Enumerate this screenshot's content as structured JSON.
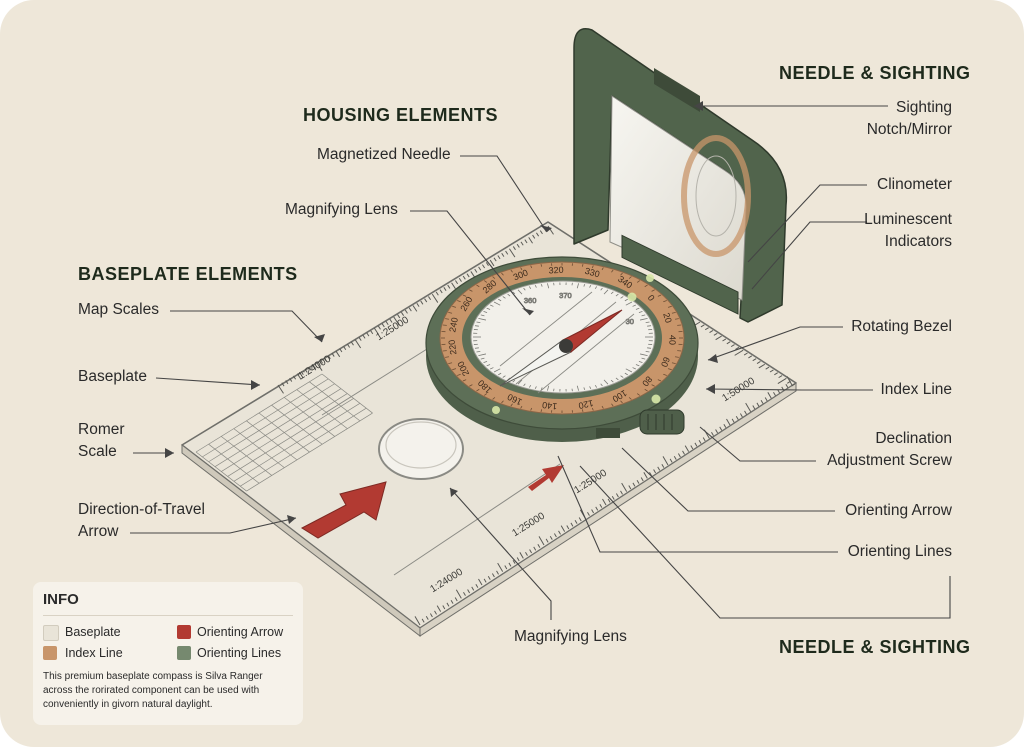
{
  "headings": {
    "needle_top": "NEEDLE & SIGHTING",
    "housing": "HOUSING ELEMENTS",
    "baseplate": "BASEPLATE ELEMENTS",
    "needle_bottom": "NEEDLE & SIGHTING"
  },
  "labels": {
    "magnetized_needle": "Magnetized Needle",
    "magnifying_lens_top": "Magnifying Lens",
    "map_scales": "Map Scales",
    "baseplate": "Baseplate",
    "romer_scale": "Romer\nScale",
    "direction_of_travel": "Direction-of-Travel\nArrow",
    "sighting_notch": "Sighting\nNotch/Mirror",
    "clinometer": "Clinometer",
    "luminescent": "Luminescent\nIndicators",
    "rotating_bezel": "Rotating Bezel",
    "index_line": "Index Line",
    "declination": "Declination\nAdjustment Screw",
    "orienting_arrow": "Orienting Arrow",
    "orienting_lines": "Orienting Lines",
    "magnifying_lens_bottom": "Magnifying Lens"
  },
  "bezel_numbers": [
    "300",
    "320",
    "330",
    "340",
    "0",
    "20",
    "40",
    "60",
    "80",
    "100",
    "120",
    "140",
    "160",
    "180",
    "200",
    "220",
    "240",
    "260",
    "280"
  ],
  "inner_numbers": [
    "360",
    "370",
    "30"
  ],
  "scale_labels": [
    "1:24000",
    "1:25000",
    "1:50000",
    "1:25000",
    "1:25000",
    "1:24000"
  ],
  "info": {
    "title": "INFO",
    "legend": [
      {
        "label": "Baseplate",
        "color": "#e9e4d8"
      },
      {
        "label": "Orienting Arrow",
        "color": "#b23a32"
      },
      {
        "label": "Index Line",
        "color": "#c8956a"
      },
      {
        "label": "Orienting Lines",
        "color": "#76896f"
      }
    ],
    "note": "This premium baseplate compass is Silva Ranger across the rorirated component can be used with conveniently in givorn natural daylight."
  },
  "colors": {
    "background": "#eee7d9",
    "baseplate": "#e9e4d8",
    "bezel": "#c8956a",
    "housing_green": "#51644c",
    "arrow_red": "#b23a32"
  }
}
